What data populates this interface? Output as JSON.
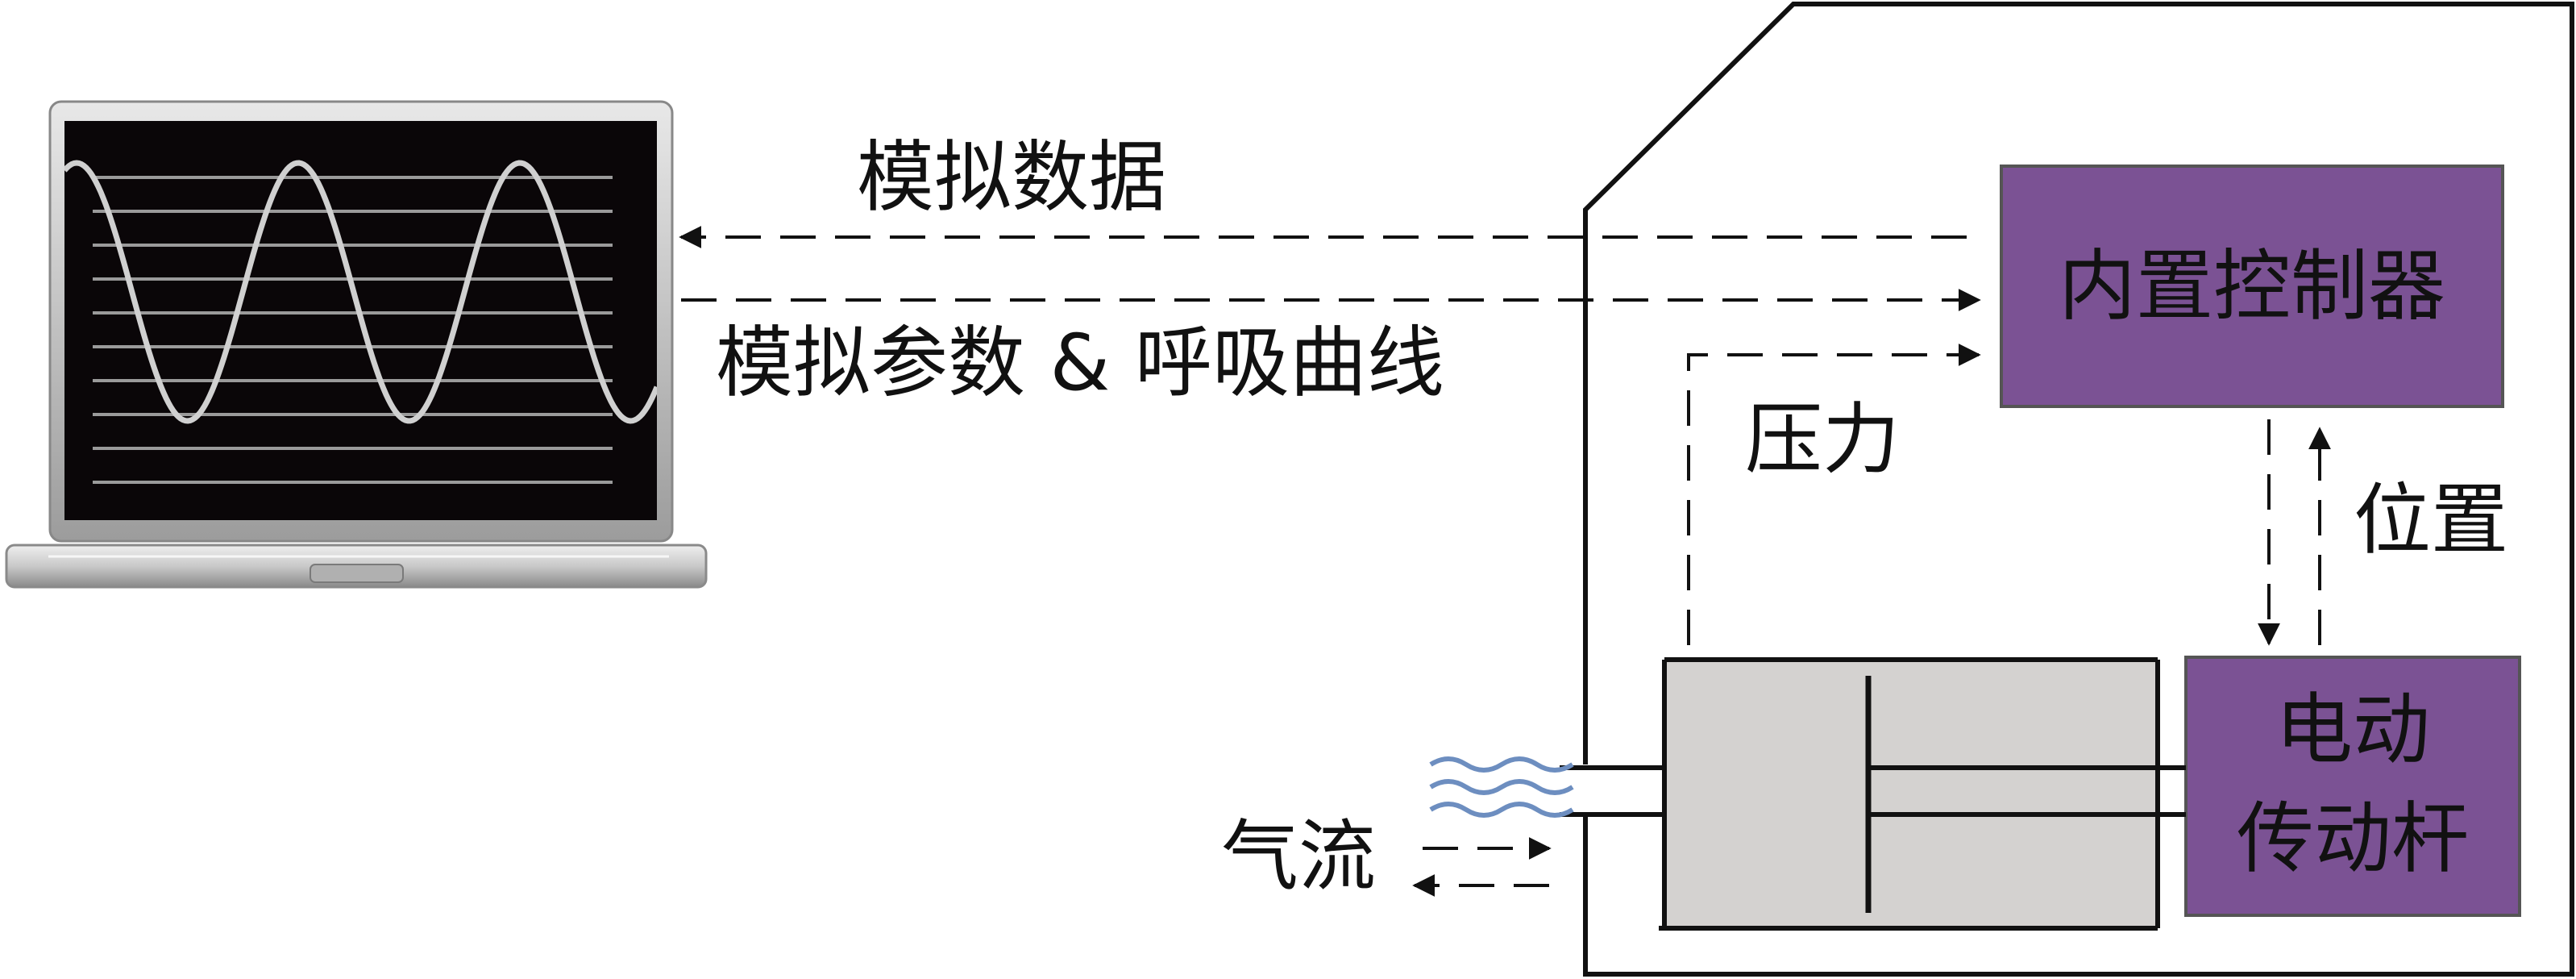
{
  "labels": {
    "sim_data": "模拟数据",
    "sim_params": "模拟参数 & 呼吸曲线",
    "controller": "内置控制器",
    "pressure": "压力",
    "position": "位置",
    "actuator_line1": "电动",
    "actuator_line2": "传动杆",
    "airflow": "气流"
  },
  "colors": {
    "box_fill": "#7b5294",
    "cylinder_fill": "#d4d2d0",
    "screen_bg": "#0a0608",
    "wave": "#d0d0d0",
    "airflow_waves": "#6d8ec0"
  },
  "icons": {
    "laptop": "laptop-icon",
    "airflow": "airflow-waves-icon"
  }
}
